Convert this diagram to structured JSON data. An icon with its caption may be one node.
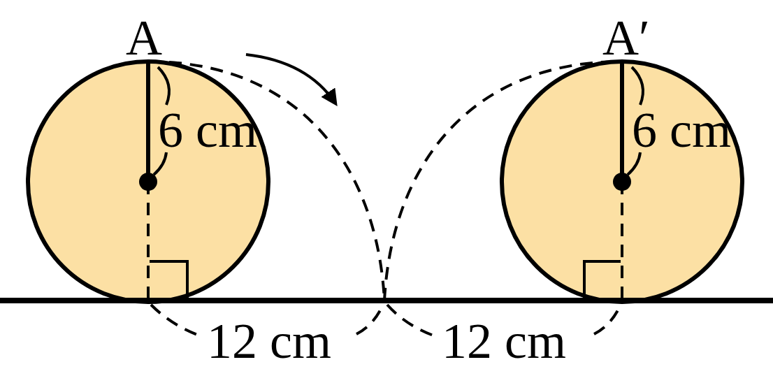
{
  "diagram": {
    "labels": [
      "A",
      "A′",
      "6 cm",
      "6 cm",
      "12 cm",
      "12 cm"
    ]
  }
}
